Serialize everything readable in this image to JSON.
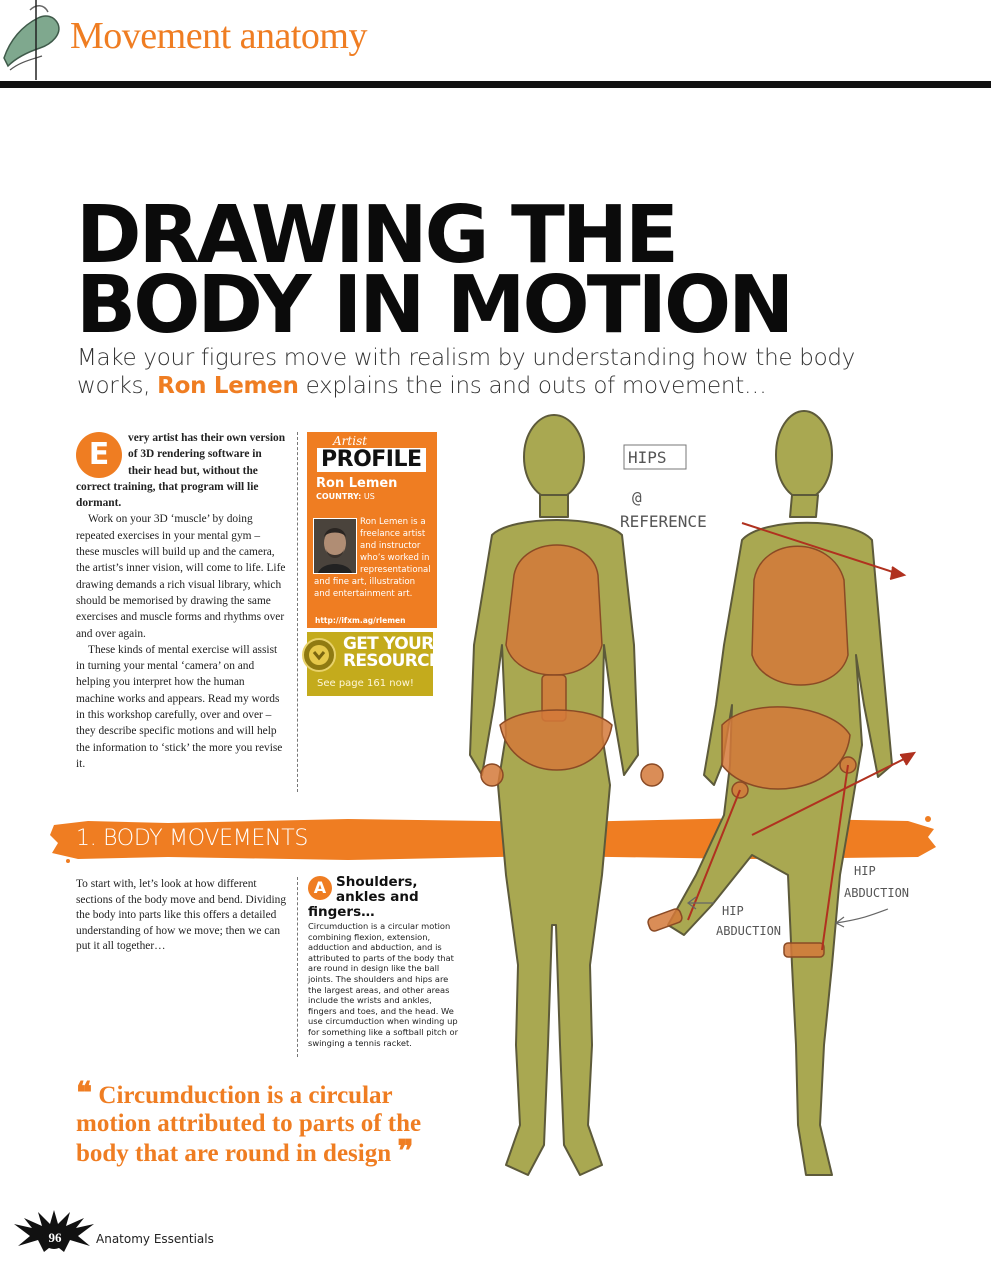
{
  "header": {
    "section_title": "Movement anatomy"
  },
  "article": {
    "headline_line1": "DRAWING THE",
    "headline_line2": "BODY IN MOTION",
    "standfirst_before": "Make your figures move with realism by understanding how the body works, ",
    "standfirst_author": "Ron Lemen",
    "standfirst_after": " explains the ins and outs of movement…",
    "dropcap": "E",
    "intro_lead": "very artist has their own version of 3D rendering software in their head but, without the correct training, that program will lie dormant.",
    "intro_p2": "Work on your 3D ‘muscle’ by doing repeated exercises in your mental gym – these muscles will build up and the camera, the artist’s inner vision, will come to life. Life drawing demands a rich visual library, which should be memorised by drawing the same exercises and muscle forms and rhythms over and over again.",
    "intro_p3": "These kinds of mental exercise will assist in turning your mental ‘camera’ on and helping you interpret how the human machine works and appears. Read my words in this workshop carefully, over and over – they describe specific motions and will help the information to ‘stick’ the more you revise it."
  },
  "profile": {
    "artist_script": "Artist",
    "label": "PROFILE",
    "name": "Ron Lemen",
    "country_label": "COUNTRY:",
    "country": "US",
    "bio": "Ron Lemen is a freelance artist and instructor who’s worked in representational and fine art, illustration and entertainment art.",
    "url": "http://ifxm.ag/rlemen"
  },
  "resources": {
    "line1": "GET YOUR",
    "line2": "RESOURCES",
    "sub": "See page 161 now!"
  },
  "section": {
    "title": "1. BODY MOVEMENTS",
    "intro": "To start with, let’s look at how different sections of the body move and bend. Dividing the body into parts like this offers a detailed understanding of how we move; then we can put it all together…"
  },
  "step_a": {
    "badge": "A",
    "title": "Shoulders, ankles and fingers…",
    "body": "Circumduction is a circular motion combining flexion, extension, adduction and abduction, and is attributed to parts of the body that are round in design like the ball joints. The shoulders and hips are the largest areas, and other areas include the wrists and ankles, fingers and toes, and the head. We use circumduction when winding up for something like a softball pitch or swinging a tennis racket."
  },
  "pull_quote": {
    "open": "❝",
    "text": "Circumduction is a circular motion attributed to parts of the body that are round in design",
    "close": "❞"
  },
  "figure_labels": {
    "hips": "HIPS",
    "at": "@",
    "reference": "REFERENCE",
    "hip_abduction_1_a": "HIP",
    "hip_abduction_1_b": "ABDUCTION",
    "hip_abduction_2_a": "HIP",
    "hip_abduction_2_b": "ABDUCTION"
  },
  "footer": {
    "page_number": "96",
    "title": "Anatomy Essentials"
  },
  "colors": {
    "accent": "#ef7d22",
    "figure_skin": "#a9a851",
    "figure_mass": "#d4793a",
    "gold": "#c4ab1c"
  }
}
